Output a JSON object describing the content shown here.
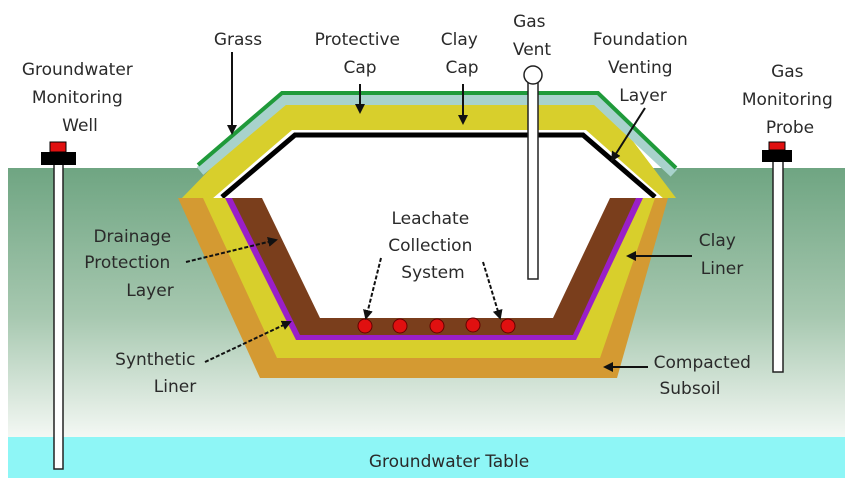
{
  "title": "Landfill cross-section",
  "labels": {
    "groundwater_well": [
      "Groundwater",
      "Monitoring",
      "Well"
    ],
    "grass": "Grass",
    "protective_cap": [
      "Protective",
      "Cap"
    ],
    "clay_cap": [
      "Clay",
      "Cap"
    ],
    "gas_vent": [
      "Gas",
      "Vent"
    ],
    "foundation_venting": [
      "Foundation",
      "Venting",
      "Layer"
    ],
    "gas_probe": [
      "Gas",
      "Monitoring",
      "Probe"
    ],
    "drainage": [
      "Drainage",
      "Protection",
      "Layer"
    ],
    "leachate": [
      "Leachate",
      "Collection",
      "System"
    ],
    "clay_liner": [
      "Clay",
      "Liner"
    ],
    "synthetic_liner": [
      "Synthetic",
      "Liner"
    ],
    "compacted_subsoil": [
      "Compacted",
      "Subsoil"
    ],
    "groundwater_table": "Groundwater Table"
  },
  "colors": {
    "grass": "#1f9a3a",
    "protective_cap": "#a8d2cc",
    "clay": "#d8cf2c",
    "subsoil": "#d49a32",
    "drainage": "#7a3e1c",
    "synthetic_liner": "#9a1fc8",
    "leachate_pipe": "#e01010",
    "groundwater": "#8ef6f6",
    "ground": "#6fa582"
  }
}
